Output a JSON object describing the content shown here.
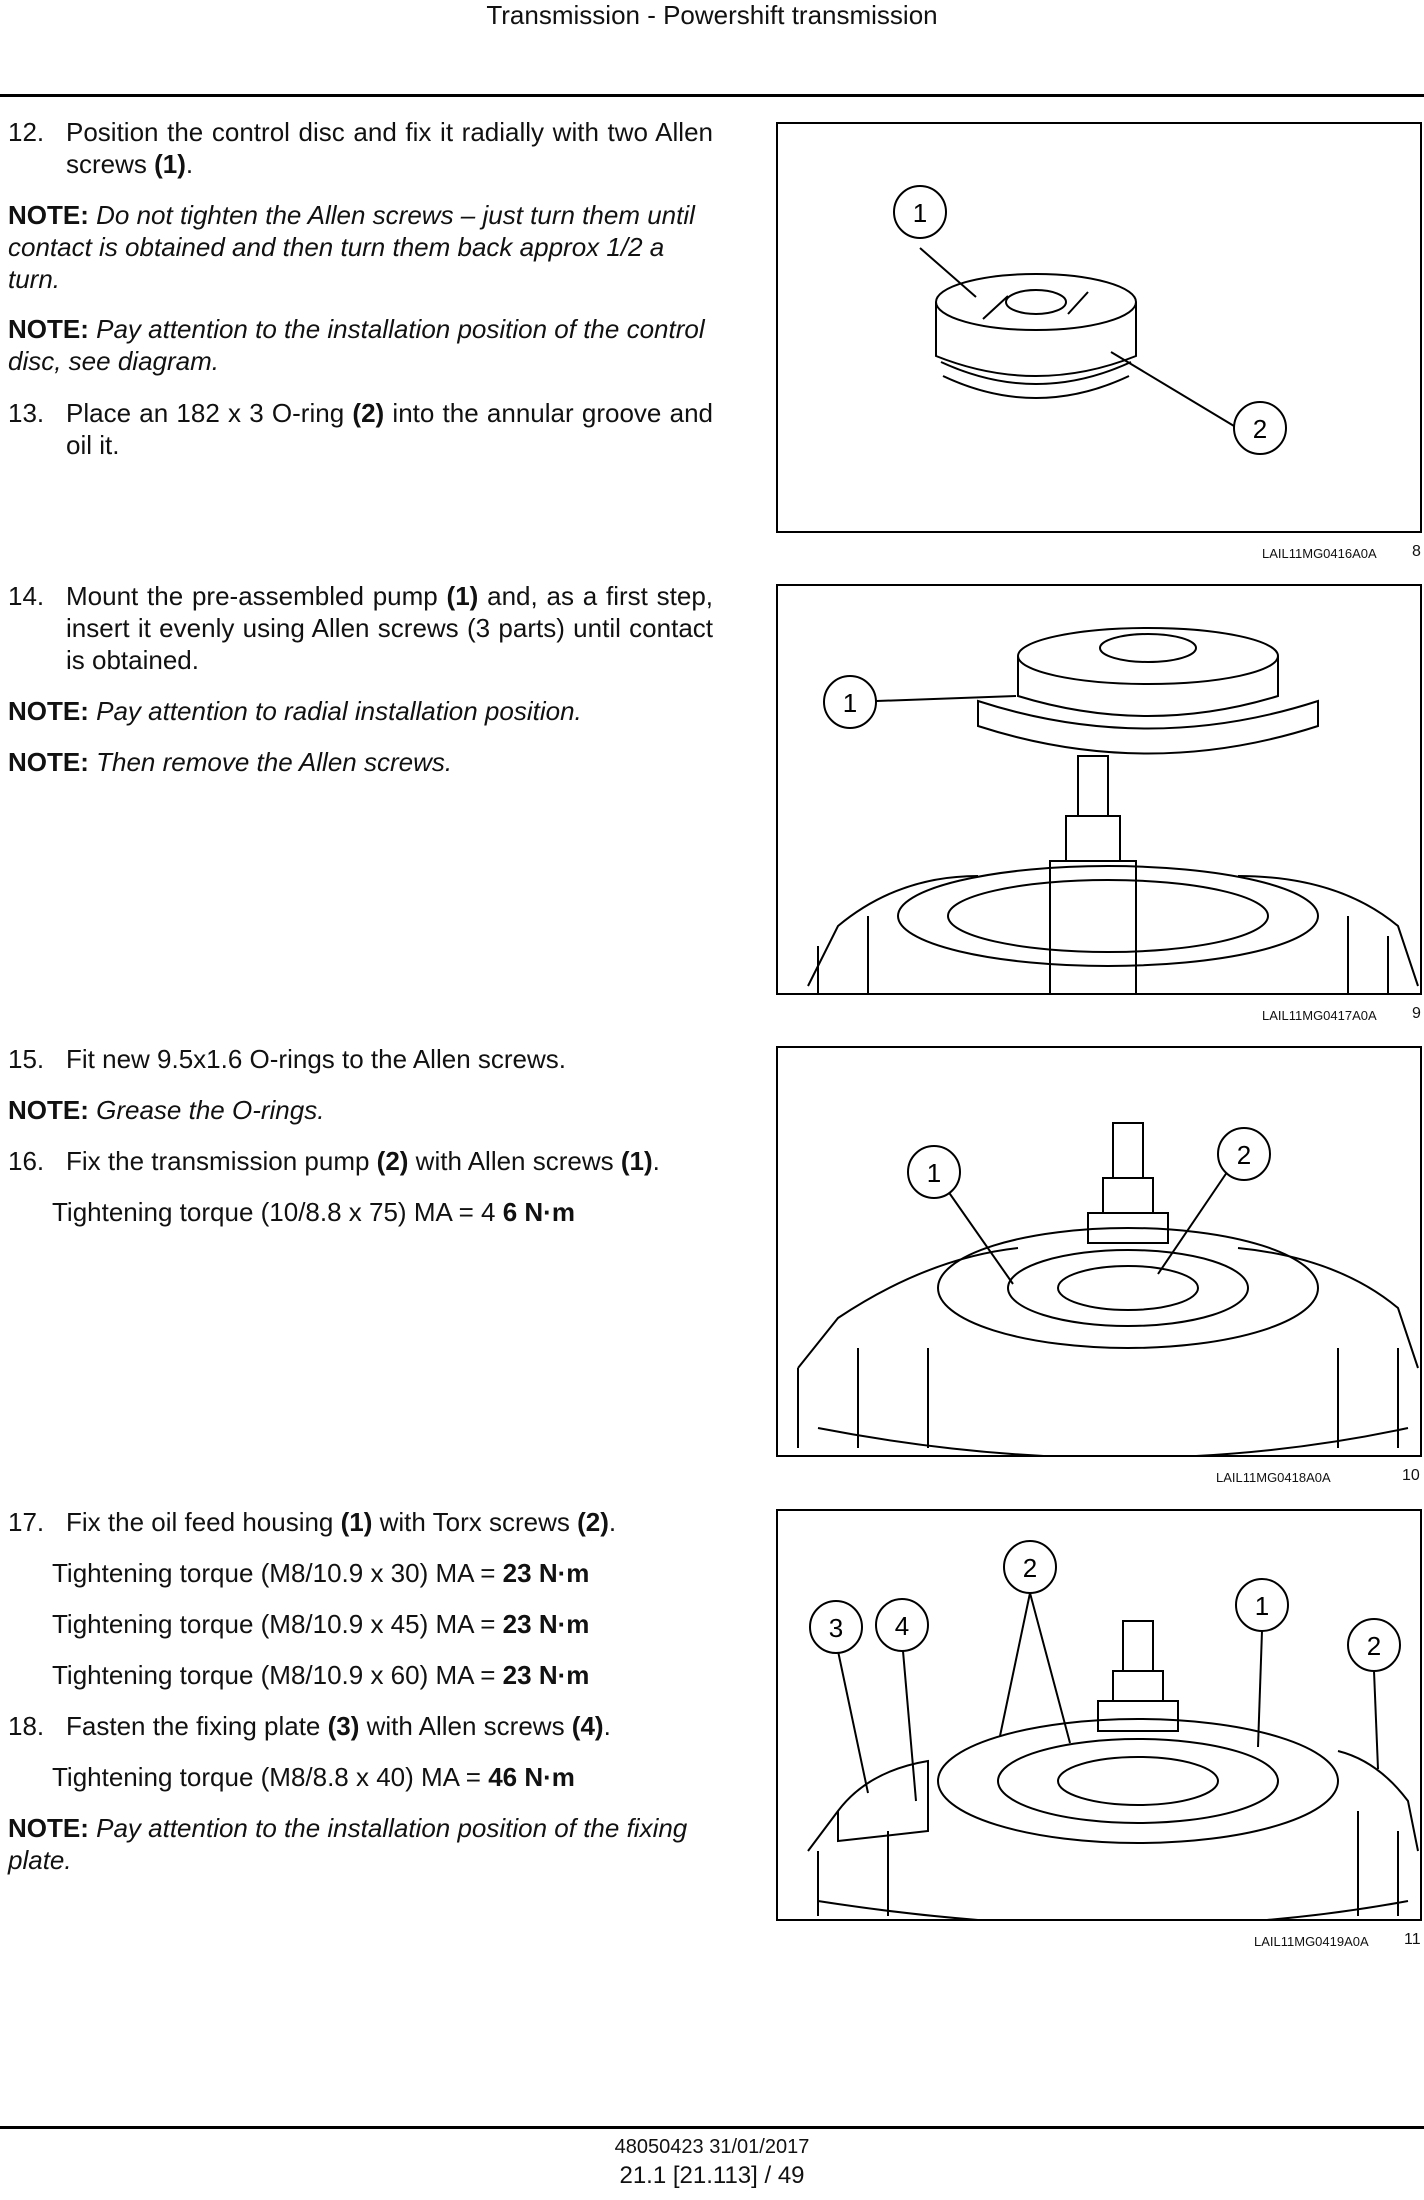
{
  "header": {
    "title": "Transmission - Powershift transmission"
  },
  "steps": {
    "s12": {
      "num": "12.",
      "pre": "Position the control disc and fix it radially with two Allen screws ",
      "ref": "(1)",
      "post": "."
    },
    "n12a": {
      "label": "NOTE:",
      "text": " Do not tighten the Allen screws – just turn them until contact is obtained and then turn them back approx 1/2 a turn."
    },
    "n12b": {
      "label": "NOTE:",
      "text": " Pay attention to the installation position of the control disc, see diagram."
    },
    "s13": {
      "num": "13.",
      "pre": "Place an 182 x 3 O-ring ",
      "ref": "(2)",
      "post": " into the annular groove and oil it."
    },
    "s14": {
      "num": "14.",
      "pre": "Mount the pre-assembled pump ",
      "ref": "(1)",
      "post": " and, as a first step, insert it evenly using Allen screws (3 parts) until contact is obtained."
    },
    "n14a": {
      "label": "NOTE:",
      "text": " Pay attention to radial installation position."
    },
    "n14b": {
      "label": "NOTE:",
      "text": " Then remove the Allen screws."
    },
    "s15": {
      "num": "15.",
      "text": "Fit new 9.5x1.6 O-rings to the Allen screws."
    },
    "n15": {
      "label": "NOTE:",
      "text": " Grease the O-rings."
    },
    "s16": {
      "num": "16.",
      "pre": "Fix the transmission pump ",
      "ref1": "(2)",
      "mid": " with Allen screws ",
      "ref2": "(1)",
      "post": "."
    },
    "t16": {
      "text": "Tightening torque (10/8.8 x 75) MA = 4 ",
      "val": "6 N·m"
    },
    "s17": {
      "num": "17.",
      "pre": "Fix the oil feed housing ",
      "ref1": "(1)",
      "mid": " with Torx screws ",
      "ref2": "(2)",
      "post": "."
    },
    "t17a": {
      "text": "Tightening torque (M8/10.9 x 30) MA = ",
      "val": "23 N·m"
    },
    "t17b": {
      "text": "Tightening torque (M8/10.9 x 45) MA = ",
      "val": "23 N·m"
    },
    "t17c": {
      "text": "Tightening torque (M8/10.9 x 60) MA = ",
      "val": "23 N·m"
    },
    "s18": {
      "num": "18.",
      "pre": "Fasten the fixing plate ",
      "ref1": "(3)",
      "mid": " with Allen screws ",
      "ref2": "(4)",
      "post": "."
    },
    "t18": {
      "text": "Tightening torque (M8/8.8 x 40) MA = ",
      "val": "46 N·m"
    },
    "n18": {
      "label": "NOTE:",
      "text": " Pay attention to the installation position of the fixing plate."
    }
  },
  "figures": {
    "f8": {
      "code": "LAIL11MG0416A0A",
      "num": "8",
      "callouts": [
        "1",
        "2"
      ]
    },
    "f9": {
      "code": "LAIL11MG0417A0A",
      "num": "9",
      "callouts": [
        "1"
      ]
    },
    "f10": {
      "code": "LAIL11MG0418A0A",
      "num": "10",
      "callouts": [
        "1",
        "2"
      ]
    },
    "f11": {
      "code": "LAIL11MG0419A0A",
      "num": "11",
      "callouts": [
        "2",
        "1",
        "2",
        "3",
        "4"
      ]
    }
  },
  "footer": {
    "doc": "48050423 31/01/2017",
    "page": "21.1 [21.113] / 49"
  }
}
